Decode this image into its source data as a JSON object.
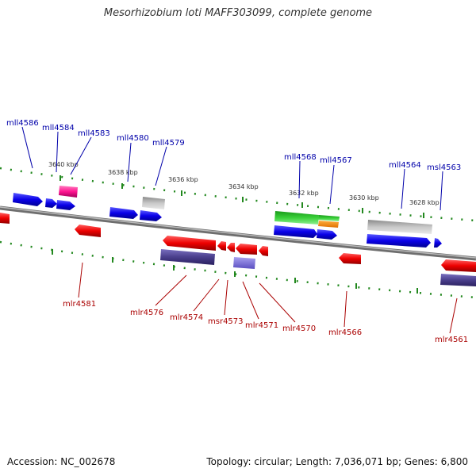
{
  "title": "Mesorhizobium loti MAFF303099, complete genome",
  "footer": {
    "accession": "Accession: NC_002678",
    "summary": "Topology: circular; Length: 7,036,071 bp; Genes: 6,800"
  },
  "scale_ticks": [
    "3640 kbp",
    "3638 kbp",
    "3636 kbp",
    "3634 kbp",
    "3632 kbp",
    "3630 kbp",
    "3628 kbp"
  ],
  "colors": {
    "backbone": "#8a8a8a",
    "tick": "#22881e",
    "gene_plus": "#0a00e8",
    "gene_minus": "#ee0000",
    "pink": "#ff1490",
    "gray": "#b4b4b4",
    "green": "#2ac02a",
    "orange": "#ff8c00",
    "purple": "#4a3f8c",
    "light_purple": "#7a6ed8",
    "label_plus": "#0000aa",
    "label_minus": "#aa0000"
  },
  "labels_top": [
    "mll4586",
    "mll4584",
    "mll4583",
    "mll4580",
    "mll4579",
    "mll4568",
    "mll4567",
    "mll4564",
    "msl4563"
  ],
  "labels_bottom": [
    "mlr4581",
    "mlr4576",
    "mlr4574",
    "msr4573",
    "mlr4571",
    "mlr4570",
    "mlr4566",
    "mlr4561"
  ]
}
